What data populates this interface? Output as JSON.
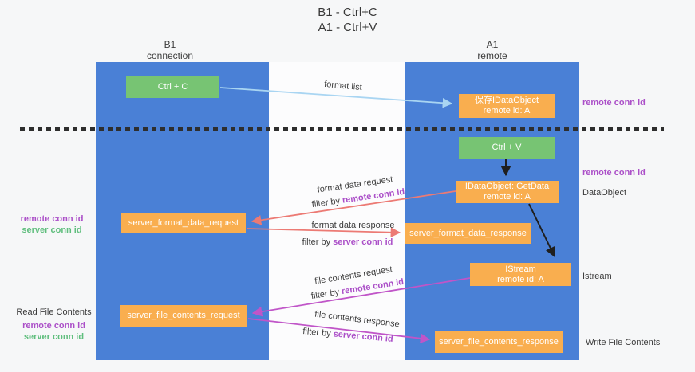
{
  "title": {
    "line1": "B1 - Ctrl+C",
    "line2": "A1 - Ctrl+V"
  },
  "lanes": {
    "left": {
      "title": "B1",
      "subtitle": "connection"
    },
    "right": {
      "title": "A1",
      "subtitle": "remote"
    }
  },
  "nodes": {
    "ctrl_c": {
      "label": "Ctrl + C"
    },
    "ctrl_v": {
      "label": "Ctrl + V"
    },
    "save_idataobject": {
      "line1": "保存IDataObject",
      "line2": "remote id: A"
    },
    "getdata": {
      "line1": "IDataObject::GetData",
      "line2": "remote id: A"
    },
    "istream": {
      "line1": "IStream",
      "line2": "remote id: A"
    },
    "format_request": {
      "label": "server_format_data_request"
    },
    "format_response": {
      "label": "server_format_data_response"
    },
    "file_request": {
      "label": "server_file_contents_request"
    },
    "file_response": {
      "label": "server_file_contents_response"
    }
  },
  "arrow_labels": {
    "format_list": "format list",
    "format_request": "format data request",
    "format_request_filter": {
      "prefix": "filter by ",
      "key": "remote conn id"
    },
    "format_response": "format data response",
    "format_response_filter": {
      "prefix": "filter by ",
      "key": "server conn id"
    },
    "file_request": "file contents request",
    "file_request_filter": {
      "prefix": "filter by ",
      "key": "remote conn id"
    },
    "file_response": "file contents response",
    "file_response_filter": {
      "prefix": "filter by ",
      "key": "server conn id"
    }
  },
  "side_labels": {
    "right_top_conn_id": "remote conn id",
    "right_mid_conn_id": "remote conn id",
    "right_dataobject": "DataObject",
    "right_istream": "Istream",
    "right_write": "Write File Contents",
    "left_remote_conn_id": "remote conn id",
    "left_server_conn_id": "server conn id",
    "left_read": "Read File Contents",
    "left_remote_conn_id2": "remote conn id",
    "left_server_conn_id2": "server conn id"
  },
  "colors": {
    "lane_blue": "#4a80d6",
    "node_orange": "#f9ae4f",
    "node_green": "#77c473",
    "label_purple": "#ab4fc8",
    "label_green": "#5fbe7d",
    "arrow_salmon": "#ec7a74",
    "arrow_magenta": "#c055c8",
    "arrow_lightblue": "#a9d5f2",
    "arrow_black": "#1f1f1f",
    "divider_dark": "#2e2e2e"
  }
}
